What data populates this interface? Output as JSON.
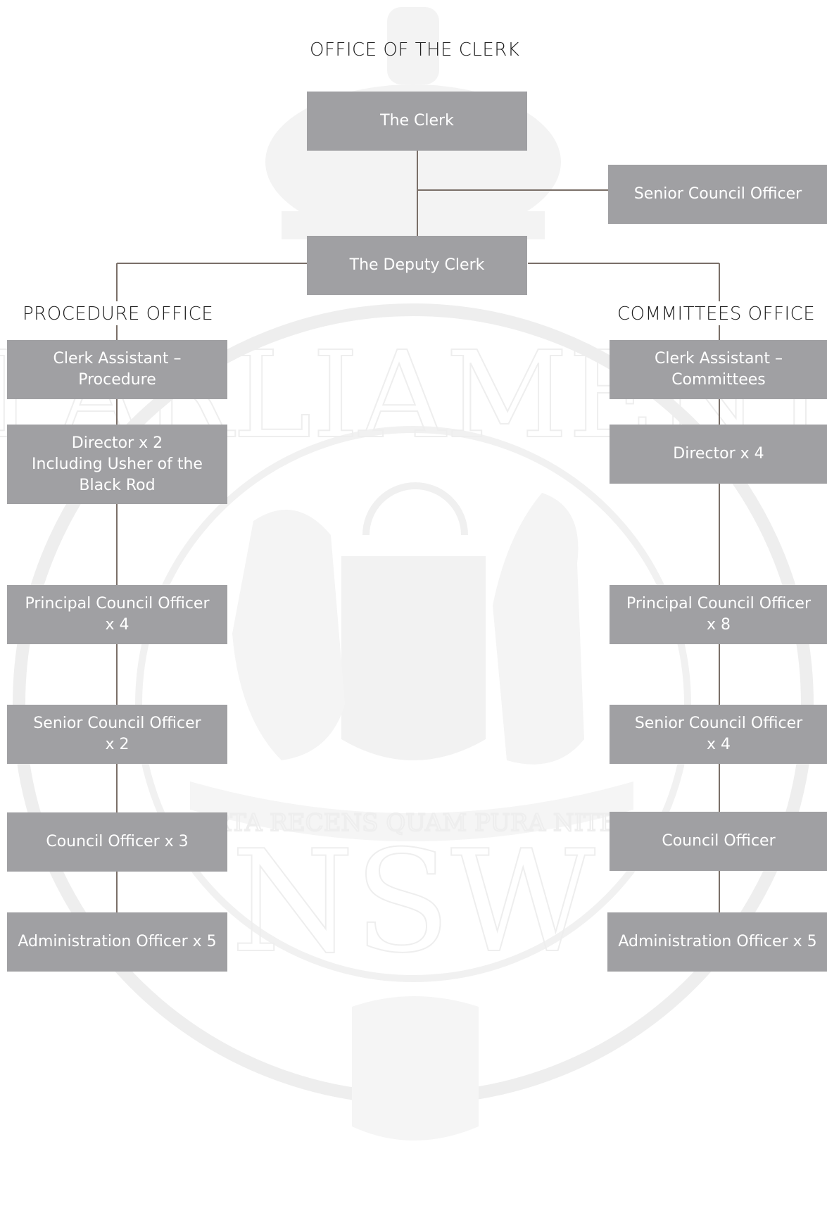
{
  "headings": {
    "office_of_clerk": "OFFICE OF THE CLERK",
    "procedure_office": "PROCEDURE OFFICE",
    "committees_office": "COMMITTEES OFFICE"
  },
  "watermark": {
    "motto": "ORTA RECENS QUAM PURA NITES",
    "state": "NSW",
    "arc_text": "PARLIAMENT"
  },
  "top": {
    "clerk": "The Clerk",
    "senior_council_officer": "Senior Council Officer",
    "deputy_clerk": "The Deputy Clerk"
  },
  "procedure": [
    "Clerk Assistant –\nProcedure",
    "Director x 2\nIncluding Usher of the\nBlack Rod",
    "Principal Council Officer\nx 4",
    "Senior Council Officer\nx 2",
    "Council Officer x 3",
    "Administration Officer x 5"
  ],
  "committees": [
    "Clerk Assistant –\nCommittees",
    "Director x 4",
    "Principal Council Officer\nx 8",
    "Senior Council Officer\nx 4",
    "Council Officer",
    "Administration Officer x 5"
  ],
  "colors": {
    "box_fill": "#a0a0a3",
    "box_text": "#ffffff",
    "connector": "#7a6f68",
    "heading": "#1f1f1f",
    "watermark": "#eeeeee"
  }
}
